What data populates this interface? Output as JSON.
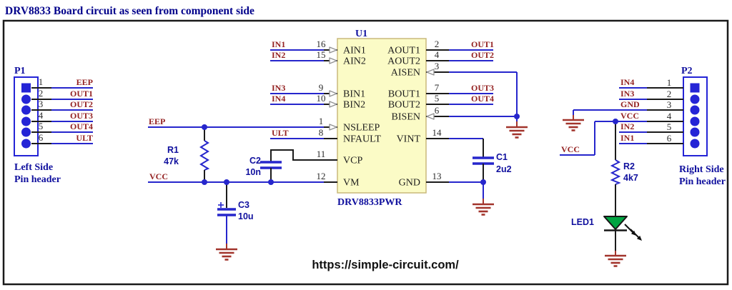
{
  "title": "DRV8833 Board circuit as seen from component side",
  "watermark_url": "https://simple-circuit.com/",
  "colors": {
    "wire_blue": "#2626CC",
    "net_label_red": "#942222",
    "text_navy": "#10109E",
    "title_navy": "#00008B",
    "ground_red": "#A2342C",
    "chip_fill": "#FBFBC6",
    "led_green": "#00A441"
  },
  "p1": {
    "ref": "P1",
    "caption": [
      "Left Side",
      "Pin header"
    ],
    "pins": [
      {
        "num": "1",
        "net": "EEP"
      },
      {
        "num": "2",
        "net": "OUT1"
      },
      {
        "num": "3",
        "net": "OUT2"
      },
      {
        "num": "4",
        "net": "OUT3"
      },
      {
        "num": "5",
        "net": "OUT4"
      },
      {
        "num": "6",
        "net": "ULT"
      }
    ]
  },
  "p2": {
    "ref": "P2",
    "caption": [
      "Right Side",
      "Pin header"
    ],
    "pins": [
      {
        "num": "1",
        "net": "IN4"
      },
      {
        "num": "2",
        "net": "IN3"
      },
      {
        "num": "3",
        "net": "GND"
      },
      {
        "num": "4",
        "net": "VCC"
      },
      {
        "num": "5",
        "net": "IN2"
      },
      {
        "num": "6",
        "net": "IN1"
      }
    ]
  },
  "u1": {
    "ref": "U1",
    "part": "DRV8833PWR",
    "left_pins": [
      {
        "num": "16",
        "name": "AIN1",
        "net": "IN1"
      },
      {
        "num": "15",
        "name": "AIN2",
        "net": "IN2"
      },
      {
        "num": "9",
        "name": "BIN1",
        "net": "IN3"
      },
      {
        "num": "10",
        "name": "BIN2",
        "net": "IN4"
      },
      {
        "num": "1",
        "name": "NSLEEP",
        "net": "EEP"
      },
      {
        "num": "8",
        "name": "NFAULT",
        "net": "ULT"
      },
      {
        "num": "11",
        "name": "VCP",
        "net": ""
      },
      {
        "num": "12",
        "name": "VM",
        "net": "VCC"
      }
    ],
    "right_pins": [
      {
        "num": "2",
        "name": "AOUT1",
        "net": "OUT1"
      },
      {
        "num": "4",
        "name": "AOUT2",
        "net": "OUT2"
      },
      {
        "num": "3",
        "name": "AISEN",
        "net": ""
      },
      {
        "num": "7",
        "name": "BOUT1",
        "net": "OUT3"
      },
      {
        "num": "5",
        "name": "BOUT2",
        "net": "OUT4"
      },
      {
        "num": "6",
        "name": "BISEN",
        "net": ""
      },
      {
        "num": "14",
        "name": "VINT",
        "net": ""
      },
      {
        "num": "13",
        "name": "GND",
        "net": ""
      }
    ]
  },
  "components": {
    "r1": {
      "ref": "R1",
      "value": "47k"
    },
    "r2": {
      "ref": "R2",
      "value": "4k7"
    },
    "c1": {
      "ref": "C1",
      "value": "2u2"
    },
    "c2": {
      "ref": "C2",
      "value": "10n"
    },
    "c3": {
      "ref": "C3",
      "value": "10u",
      "polarity": "+"
    },
    "led1": {
      "ref": "LED1"
    }
  }
}
